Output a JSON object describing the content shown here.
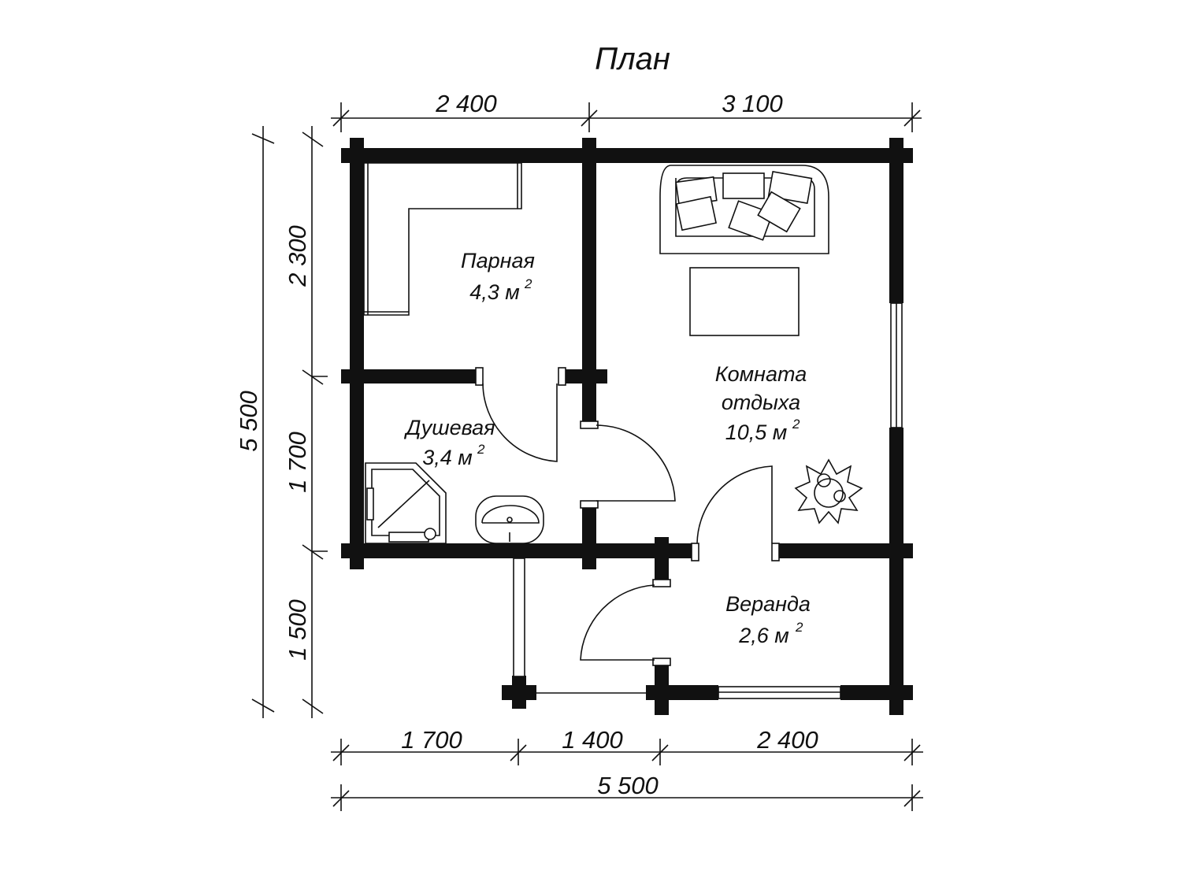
{
  "title": "План",
  "dimensions": {
    "top": [
      "2 400",
      "3 100"
    ],
    "left_outer": "5 500",
    "left_inner": [
      "2 300",
      "1 700",
      "1 500"
    ],
    "bottom": [
      "1 700",
      "1 400",
      "2 400"
    ],
    "bottom_total": "5 500"
  },
  "rooms": {
    "steam": {
      "name": "Парная",
      "area": "4,3 м",
      "exp": "2"
    },
    "shower": {
      "name": "Душевая",
      "area": "3,4 м",
      "exp": "2"
    },
    "rest": {
      "name1": "Комната",
      "name2": "отдыха",
      "area": "10,5 м",
      "exp": "2"
    },
    "veranda": {
      "name": "Веранда",
      "area": "2,6 м",
      "exp": "2"
    }
  },
  "colors": {
    "wall": "#111111",
    "background": "#ffffff"
  }
}
